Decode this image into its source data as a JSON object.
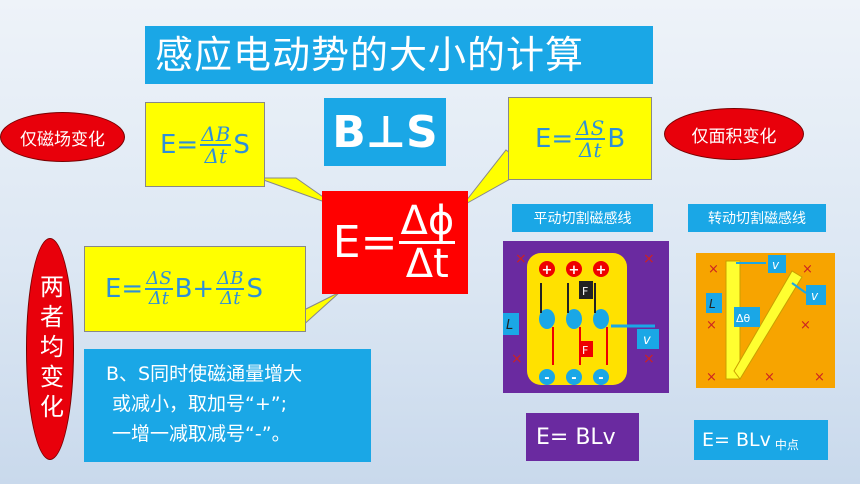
{
  "title": "感应电动势的大小的计算",
  "center": {
    "condition": "B⊥S",
    "formula_lhs": "E=",
    "numerator": "Δϕ",
    "denominator": "Δt"
  },
  "left_tag": "仅磁场变化",
  "right_tag": "仅面积变化",
  "both_tag": "两者均变化",
  "formula_b": {
    "lhs": "E=",
    "num": "ΔB",
    "den": "Δt",
    "tail": "S"
  },
  "formula_s": {
    "lhs": "E=",
    "num": "ΔS",
    "den": "Δt",
    "tail": "B"
  },
  "formula_both": {
    "lhs": "E=",
    "num1": "ΔS",
    "den1": "Δt",
    "mid": "B",
    "sign": "+",
    "num2": "ΔB",
    "den2": "Δt",
    "tail": "S"
  },
  "note_lines": [
    "B、S同时使磁通量增大",
    " 或减小，取加号“+”;",
    " 一增一减取减号“-”。"
  ],
  "translate": {
    "label": "平动切割磁感线",
    "charges_top": [
      "+",
      "+",
      "+"
    ],
    "charges_bottom": [
      "-",
      "-",
      "-"
    ],
    "force_labels": [
      "F",
      "F"
    ],
    "L": "L",
    "v": "v",
    "result": "E= BLv",
    "cross": "×"
  },
  "rotate": {
    "label": "转动切割磁感线",
    "L": "L",
    "v": "v",
    "angle": "Δθ",
    "result": "E= BLv",
    "sub": "中点",
    "cross": "×"
  },
  "colors": {
    "accent_blue": "#1aa7e6",
    "red": "#ff0000",
    "yellow": "#ffff00",
    "purple": "#6a2aa0"
  }
}
